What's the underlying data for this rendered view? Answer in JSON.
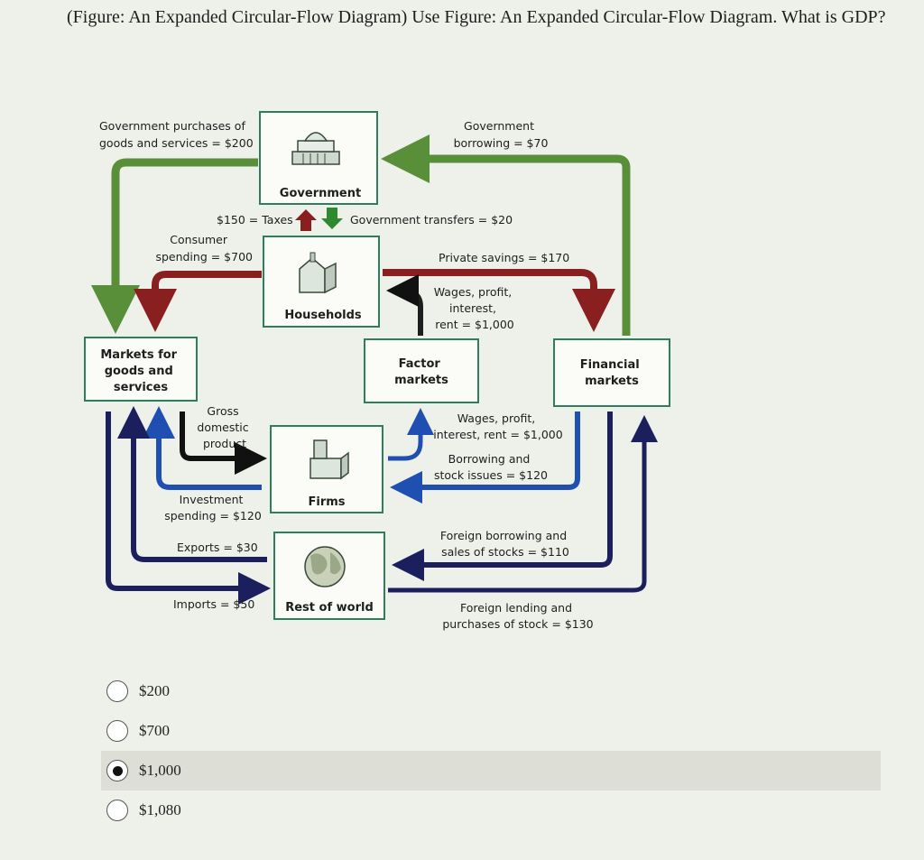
{
  "question": {
    "text": "(Figure: An Expanded Circular-Flow Diagram) Use Figure: An Expanded Circular-Flow Diagram. What is GDP?"
  },
  "diagram": {
    "boxes": {
      "government": "Government",
      "households": "Households",
      "goods_markets": [
        "Markets for",
        "goods and",
        "services"
      ],
      "factor_markets": [
        "Factor",
        "markets"
      ],
      "financial_markets": [
        "Financial",
        "markets"
      ],
      "firms": "Firms",
      "rest_of_world": "Rest of world"
    },
    "labels": {
      "gov_purchases": [
        "Government purchases of",
        "goods and services = $200"
      ],
      "gov_borrowing": [
        "Government",
        "borrowing = $70"
      ],
      "taxes": "$150 = Taxes",
      "transfers": "Government transfers = $20",
      "consumer_spending": [
        "Consumer",
        "spending = $700"
      ],
      "private_savings": "Private savings = $170",
      "wages_households": [
        "Wages, profit,",
        "interest,",
        "rent = $1,000"
      ],
      "gdp": [
        "Gross",
        "domestic",
        "product"
      ],
      "wages_firms": [
        "Wages, profit,",
        "interest, rent = $1,000"
      ],
      "borrowing_stock": [
        "Borrowing and",
        "stock issues = $120"
      ],
      "investment": [
        "Investment",
        "spending = $120"
      ],
      "exports": "Exports = $30",
      "foreign_borrowing": [
        "Foreign borrowing and",
        "sales of stocks = $110"
      ],
      "imports": "Imports = $50",
      "foreign_lending": [
        "Foreign lending and",
        "purchases of stock = $130"
      ]
    }
  },
  "answers": {
    "options": [
      "$200",
      "$700",
      "$1,000",
      "$1,080"
    ],
    "selected_index": 2
  },
  "colors": {
    "green_flow": "#5a8f3a",
    "red_flow": "#8a1f1f",
    "blue_flow": "#1f4fb0",
    "navy_flow": "#1b1f5e",
    "black_flow": "#111111",
    "box_border": "#2d7f5c"
  }
}
